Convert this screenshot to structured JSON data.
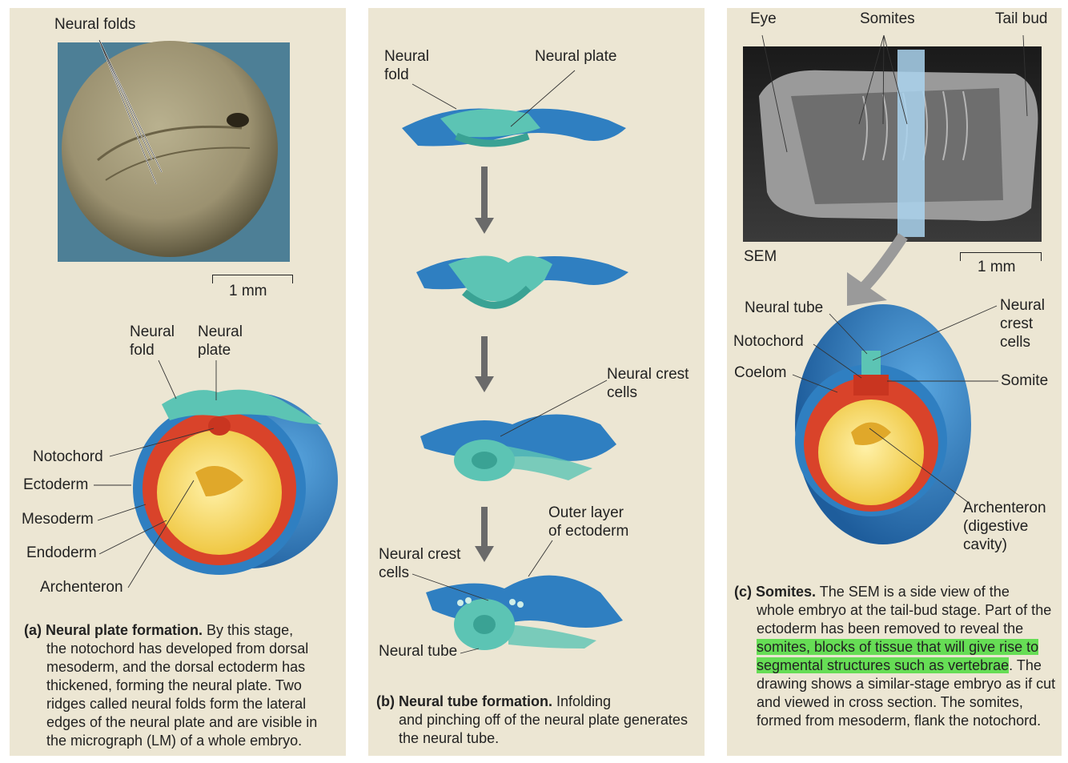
{
  "panel_a": {
    "labels": {
      "neural_folds": "Neural folds",
      "scale": "1 mm",
      "neural_fold": "Neural\nfold",
      "neural_plate": "Neural\nplate",
      "notochord": "Notochord",
      "ectoderm": "Ectoderm",
      "mesoderm": "Mesoderm",
      "endoderm": "Endoderm",
      "archenteron": "Archenteron"
    },
    "caption": {
      "letter": "(a)",
      "title": "Neural plate formation.",
      "lead": " By this stage,",
      "body": "the notochord has developed from dorsal mesoderm, and the dorsal ectoderm has thickened, forming the neural plate. Two ridges called neural folds form the lateral edges of the neural plate and are visible in the micrograph (LM) of a whole embryo."
    }
  },
  "panel_b": {
    "labels": {
      "neural_fold": "Neural\nfold",
      "neural_plate": "Neural plate",
      "neural_crest_cells_1": "Neural crest\ncells",
      "outer_layer": "Outer layer\nof ectoderm",
      "neural_crest_cells_2": "Neural crest\ncells",
      "neural_tube": "Neural tube"
    },
    "caption": {
      "letter": "(b)",
      "title": "Neural tube formation.",
      "lead": " Infolding",
      "body": "and pinching off of the neural plate generates the neural tube."
    }
  },
  "panel_c": {
    "labels": {
      "eye": "Eye",
      "somites": "Somites",
      "tail_bud": "Tail bud",
      "sem": "SEM",
      "scale": "1 mm",
      "neural_tube": "Neural tube",
      "notochord": "Notochord",
      "coelom": "Coelom",
      "neural_crest_cells": "Neural\ncrest\ncells",
      "somite": "Somite",
      "archenteron": "Archenteron\n(digestive\ncavity)"
    },
    "caption": {
      "letter": "(c)",
      "title": "Somites.",
      "lead": " The SEM is a side view of the",
      "body_start": "whole embryo at the tail-bud stage. Part of the ectoderm has been removed to reveal the ",
      "highlight": "somites, blocks of tissue that will give rise to segmental structures such as vertebrae",
      "body_end": ". The drawing shows a similar-stage embryo as if cut and viewed in cross section. The somites, formed from mesoderm, flank the notochord."
    }
  },
  "colors": {
    "panel_bg": "#ece6d3",
    "ectoderm_blue": "#2f7fc1",
    "neural_teal": "#5cc4b4",
    "mesoderm_red": "#d9432a",
    "endoderm_yellow": "#f2d24a",
    "highlight_green": "#66dd55"
  }
}
